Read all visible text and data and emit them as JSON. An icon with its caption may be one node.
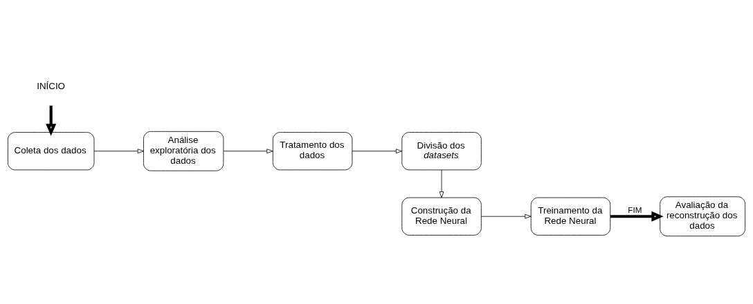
{
  "diagram": {
    "nodes": [
      {
        "text": [
          "INÍCIO"
        ]
      },
      {
        "text": [
          "Coleta dos dados"
        ]
      },
      {
        "text": [
          "Análise exploratória dos dados"
        ]
      },
      {
        "text": [
          "Tratamento dos dados"
        ]
      },
      {
        "text": [
          "Divisão dos *datasets*"
        ]
      },
      {
        "text": [
          "Construção da Rede Neural"
        ]
      },
      {
        "text": [
          "Treinamento da Rede Neural"
        ]
      },
      {
        "text": [
          "Avaliação da reconstrução dos dados"
        ]
      }
    ],
    "edges": [
      {
        "from": 0,
        "to": 1,
        "arrow": "to",
        "style": "thick"
      },
      {
        "from": 1,
        "to": 2,
        "arrow": "to"
      },
      {
        "from": 2,
        "to": 3,
        "arrow": "to"
      },
      {
        "from": 3,
        "to": 4,
        "arrow": "to"
      },
      {
        "from": 4,
        "to": 5,
        "arrow": "to"
      },
      {
        "from": 5,
        "to": 6,
        "arrow": "to"
      },
      {
        "from": 6,
        "to": 7,
        "arrow": "to",
        "style": "thick",
        "label": "FIM"
      }
    ]
  }
}
